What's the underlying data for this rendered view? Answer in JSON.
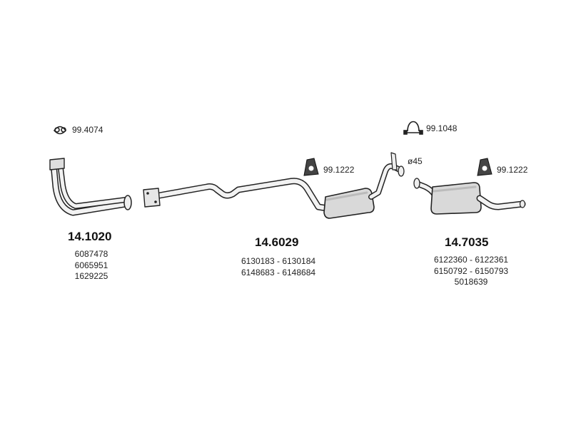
{
  "parts": {
    "front_pipe": {
      "number": "14.1020",
      "oem": [
        "6087478",
        "6065951",
        "1629225"
      ]
    },
    "center_section": {
      "number": "14.6029",
      "oem": [
        "6130183 - 6130184",
        "6148683 - 6148684"
      ]
    },
    "rear_silencer": {
      "number": "14.7035",
      "oem": [
        "6122360 - 6122361",
        "6150792 - 6150793",
        "5018639"
      ]
    }
  },
  "accessories": {
    "gasket": "99.4074",
    "clamp": "99.1048",
    "hanger_center": "99.1222",
    "hanger_rear": "99.1222",
    "diameter": "ø45"
  }
}
